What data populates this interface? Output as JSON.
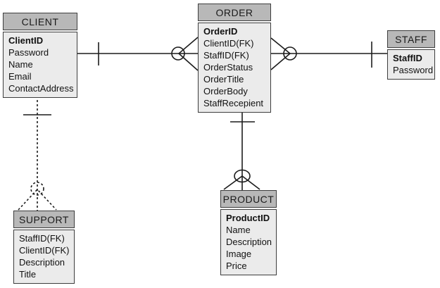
{
  "entities": {
    "client": {
      "title": "CLIENT",
      "fields": [
        {
          "name": "ClientID",
          "pk": true
        },
        {
          "name": "Password",
          "pk": false
        },
        {
          "name": "Name",
          "pk": false
        },
        {
          "name": "Email",
          "pk": false
        },
        {
          "name": "ContactAddress",
          "pk": false
        }
      ]
    },
    "order": {
      "title": "ORDER",
      "fields": [
        {
          "name": "OrderID",
          "pk": true
        },
        {
          "name": "ClientID(FK)",
          "pk": false
        },
        {
          "name": "StaffID(FK)",
          "pk": false
        },
        {
          "name": "OrderStatus",
          "pk": false
        },
        {
          "name": "OrderTitle",
          "pk": false
        },
        {
          "name": "OrderBody",
          "pk": false
        },
        {
          "name": "StaffRecepient",
          "pk": false
        }
      ]
    },
    "staff": {
      "title": "STAFF",
      "fields": [
        {
          "name": "StaffID",
          "pk": true
        },
        {
          "name": "Password",
          "pk": false
        }
      ]
    },
    "support": {
      "title": "SUPPORT",
      "fields": [
        {
          "name": "StaffID(FK)",
          "pk": false
        },
        {
          "name": "ClientID(FK)",
          "pk": false
        },
        {
          "name": "Description",
          "pk": false
        },
        {
          "name": "Title",
          "pk": false
        }
      ]
    },
    "product": {
      "title": "PRODUCT",
      "fields": [
        {
          "name": "ProductID",
          "pk": true
        },
        {
          "name": "Name",
          "pk": false
        },
        {
          "name": "Description",
          "pk": false
        },
        {
          "name": "Image",
          "pk": false
        },
        {
          "name": "Price",
          "pk": false
        }
      ]
    }
  },
  "relationships": [
    {
      "from": "CLIENT",
      "to": "ORDER",
      "from_cardinality": "one",
      "to_cardinality": "zero-or-many",
      "line_style": "solid"
    },
    {
      "from": "STAFF",
      "to": "ORDER",
      "from_cardinality": "one",
      "to_cardinality": "zero-or-many",
      "line_style": "solid"
    },
    {
      "from": "ORDER",
      "to": "PRODUCT",
      "from_cardinality": "one",
      "to_cardinality": "zero-or-many",
      "line_style": "solid"
    },
    {
      "from": "CLIENT",
      "to": "SUPPORT",
      "from_cardinality": "one",
      "to_cardinality": "zero-or-many",
      "line_style": "dashed"
    }
  ],
  "colors": {
    "entity_header_bg": "#b8b8b8",
    "entity_body_bg": "#ebebeb",
    "entity_border": "#3d3d3d",
    "line": "#1c1c1c",
    "background": "#ffffff"
  }
}
